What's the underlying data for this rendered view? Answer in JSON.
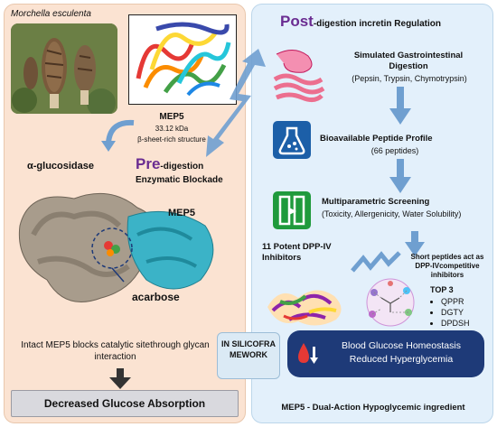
{
  "left": {
    "species": "Morchella esculenta",
    "mep5_name": "MEP5",
    "mep5_mass": "33.12 kDa",
    "mep5_structure": "β-sheet-rich structure",
    "enzyme": "α-glucosidase",
    "pre_prefix": "Pre",
    "pre_suffix": "-digestion",
    "pre_line2": "Enzymatic Blockade",
    "mep5_label": "MEP5",
    "ligand": "acarbose",
    "mechanism": "Intact MEP5 blocks catalytic sitethrough glycan interaction",
    "outcome": "Decreased Glucose Absorption"
  },
  "right": {
    "post_prefix": "Post",
    "post_suffix": "-digestion incretin Regulation",
    "step1_title": "Simulated Gastrointestinal Digestion",
    "step1_detail": "(Pepsin, Trypsin, Chymotrypsin)",
    "step2_title": "Bioavailable Peptide Profile",
    "step2_detail": "(66 peptides)",
    "step3_title": "Multiparametric Screening",
    "step3_detail": "(Toxicity, Allergenicity, Water Solubility)",
    "potent": "11 Potent DPP-IV Inhibitors",
    "short_note": "Short peptides act as DPP-IVcompetitive inhibitors",
    "top_label": "TOP 3",
    "top_peptides": [
      "QPPR",
      "DGTY",
      "DPDSH"
    ],
    "glucose_line1": "Blood Glucose Homeostasis",
    "glucose_line2": "Reduced Hyperglycemia",
    "footer": "MEP5 - Dual-Action Hypoglycemic ingredient"
  },
  "center": {
    "silico": "IN SILICOFRA MEWORK"
  },
  "colors": {
    "left_bg": "#fbe3d2",
    "right_bg": "#e3f0fb",
    "accent_purple": "#6a2c91",
    "tile_blue": "#1c5fa8",
    "tile_green": "#1f9a3c",
    "glucose_box": "#1e3a78",
    "arrow_blue": "#6f9fd0"
  }
}
